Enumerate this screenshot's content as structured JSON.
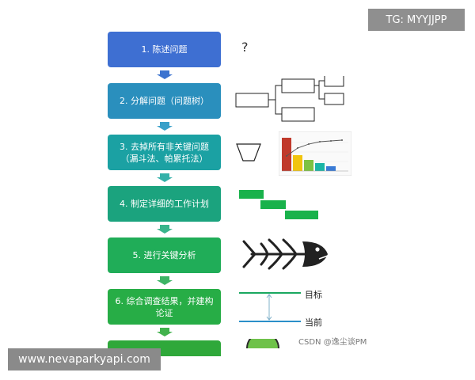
{
  "steps": [
    {
      "label": "1. 陈述问题",
      "color": "#3e6fd2"
    },
    {
      "label": "2. 分解问题（问题树）",
      "color": "#2a8fbd"
    },
    {
      "label": "3. 去掉所有非关键问题（漏斗法、帕累托法）",
      "color": "#1ba1a3"
    },
    {
      "label": "4. 制定详细的工作计划",
      "color": "#1ba37e"
    },
    {
      "label": "5. 进行关键分析",
      "color": "#20ad58"
    },
    {
      "label": "6. 综合调查结果，并建构论证",
      "color": "#27ad46"
    },
    {
      "label": "",
      "color": "#2fa83a"
    }
  ],
  "arrow_colors": [
    "#3c73cf",
    "#3aa0c9",
    "#33b1a9",
    "#39b58c",
    "#3db465",
    "#42b24d"
  ],
  "question_mark": "?",
  "target_label": "目标",
  "current_label": "当前",
  "credit": "CSDN @逸尘谈PM",
  "watermark_tg": "TG: MYYJJPP",
  "watermark_site": "www.nevaparkyapi.com",
  "colors": {
    "gantt": "#19b24b",
    "target_line": "#1aa860",
    "current_line": "#2b8fc9",
    "pareto_bars": [
      "#c0392b",
      "#f1c40f",
      "#7dc242",
      "#1ab5a6",
      "#3a7bd5"
    ]
  }
}
